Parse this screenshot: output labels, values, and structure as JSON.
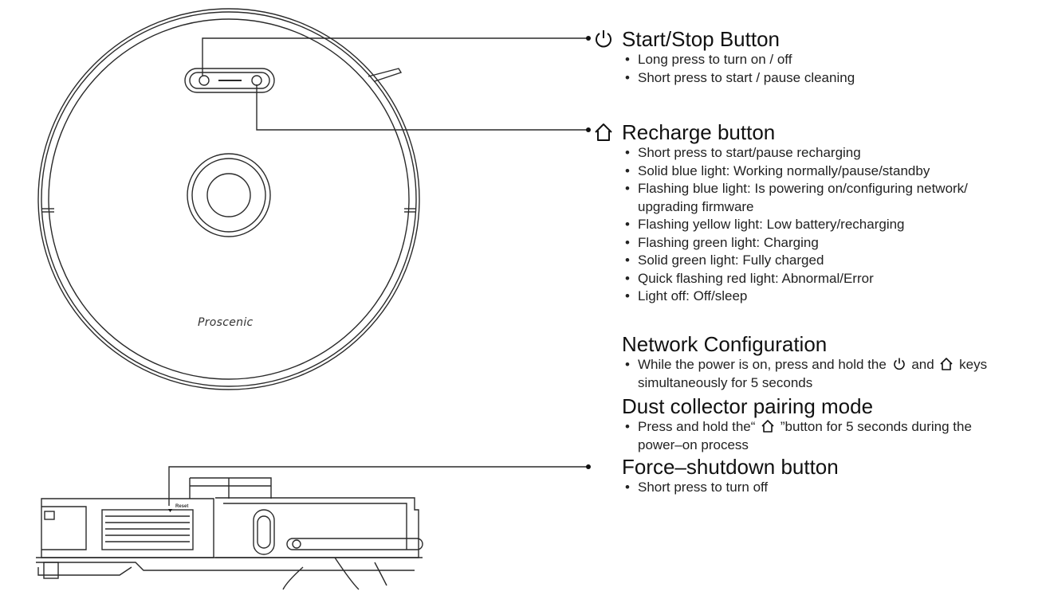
{
  "brand": "Proscenic",
  "reset_label": "Reset",
  "sections": {
    "start_stop": {
      "icon": "power-icon",
      "title": "Start/Stop Button",
      "bullets": [
        "Long press to turn on / off",
        "Short press to start / pause cleaning"
      ]
    },
    "recharge": {
      "icon": "home-icon",
      "title": "Recharge button",
      "bullets": [
        "Short press to start/pause recharging",
        "Solid blue light: Working normally/pause/standby",
        "Flashing blue light: Is powering on/configuring network/",
        "upgrading firmware",
        "Flashing yellow light: Low battery/recharging",
        "Flashing green light: Charging",
        "Solid green light: Fully charged",
        "Quick flashing red light: Abnormal/Error",
        "Light off: Off/sleep"
      ]
    },
    "network": {
      "title": "Network Configuration",
      "line1_before": "While the power is on, press and hold the",
      "line1_and": "and",
      "line1_after": "keys",
      "line2": "simultaneously for 5 seconds"
    },
    "dust": {
      "title": "Dust collector pairing mode",
      "line1_before": "Press and hold the“",
      "line1_after": "”button for 5 seconds during the",
      "line2": "power–on process"
    },
    "force": {
      "title": "Force–shutdown button",
      "bullets": [
        "Short press to turn off"
      ]
    }
  }
}
